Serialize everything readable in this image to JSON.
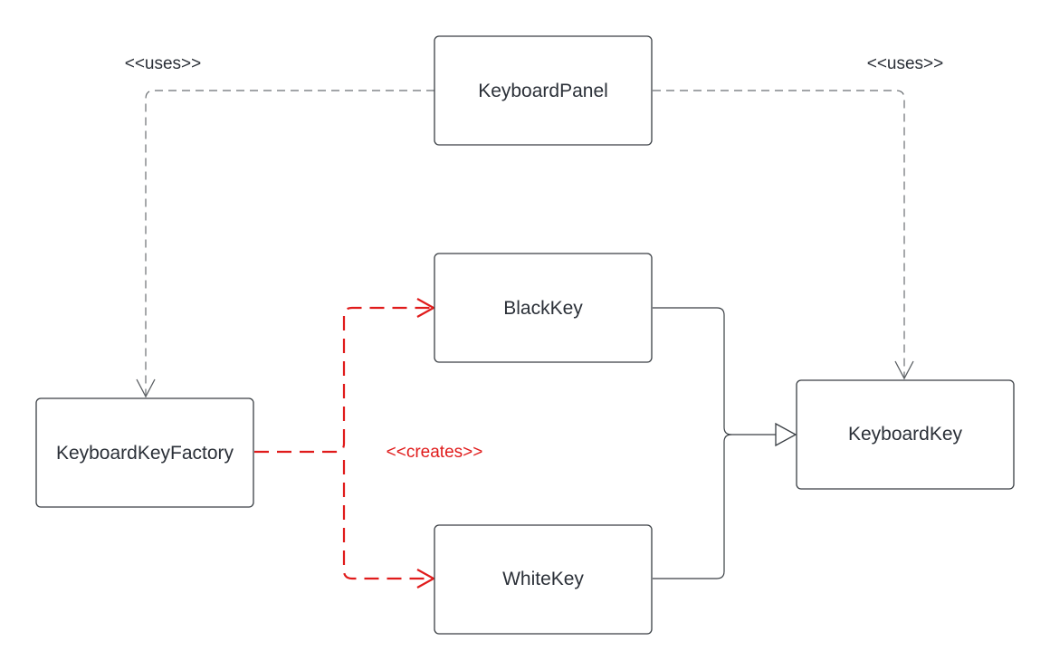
{
  "nodes": {
    "keyboard_panel": "KeyboardPanel",
    "black_key": "BlackKey",
    "white_key": "WhiteKey",
    "keyboard_key_factory": "KeyboardKeyFactory",
    "keyboard_key": "KeyboardKey"
  },
  "relations": {
    "uses_left": "<<uses>>",
    "uses_right": "<<uses>>",
    "creates": "<<creates>>"
  },
  "colors": {
    "creates": "#e01b1b",
    "stroke": "#3a3f44",
    "dashed": "#6b6f73"
  }
}
